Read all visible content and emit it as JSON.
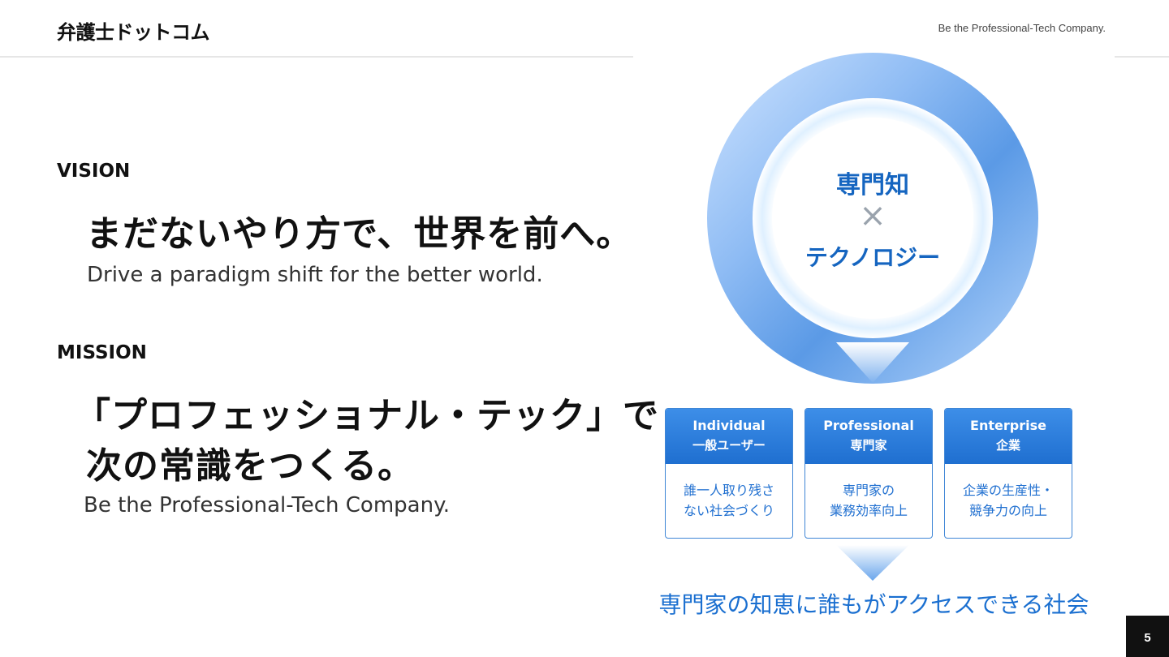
{
  "header": {
    "logo_text": "弁護士ドットコム",
    "tagline": "Be the Professional-Tech Company."
  },
  "vision": {
    "label": "VISION",
    "heading_jp": "まだないやり方で、世界を前へ。",
    "subtitle_en": "Drive a paradigm shift for the better world."
  },
  "mission": {
    "label": "MISSION",
    "heading_jp_line1": "「プロフェッショナル・テック」で",
    "heading_jp_line2": "次の常識をつくる。",
    "subtitle_en": "Be the Professional-Tech Company."
  },
  "diagram": {
    "center_top": "専門知",
    "center_symbol": "×",
    "center_bottom": "テクノロジー",
    "boxes": [
      {
        "title_en": "Individual",
        "title_jp": "一般ユーザー",
        "body_line1": "誰一人取り残さ",
        "body_line2": "ない社会づくり"
      },
      {
        "title_en": "Professional",
        "title_jp": "専門家",
        "body_line1": "専門家の",
        "body_line2": "業務効率向上"
      },
      {
        "title_en": "Enterprise",
        "title_jp": "企業",
        "body_line1": "企業の生産性・",
        "body_line2": "競争力の向上"
      }
    ],
    "statement": "専門家の知恵に誰もがアクセスできる社会"
  },
  "page_number": "5",
  "colors": {
    "accent_blue": "#1f6fd0",
    "ring_light": "#b7d6fb",
    "ring_dark": "#5b9ae6",
    "badge_bg": "#111111"
  }
}
